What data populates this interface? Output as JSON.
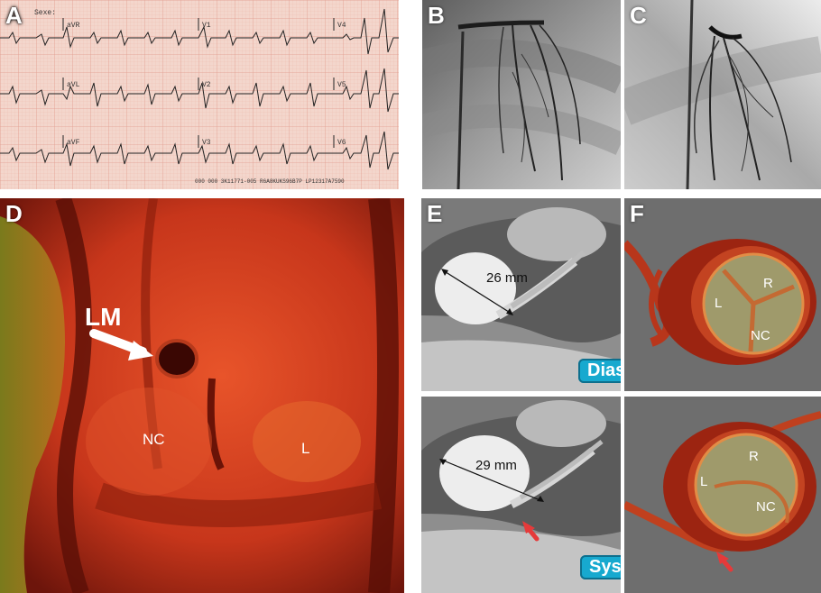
{
  "panels": {
    "a": {
      "letter": "A",
      "header": "Sexe:",
      "leads": [
        "aVR",
        "V1",
        "V4",
        "aVL",
        "V2",
        "V5",
        "aVF",
        "V3",
        "V6"
      ],
      "footer_code": "000 000 3K11771-005 R6A8KUKS96B7P LP12317A7590"
    },
    "b": {
      "letter": "B"
    },
    "c": {
      "letter": "C"
    },
    "d": {
      "letter": "D",
      "labels": {
        "lm": "LM",
        "nc": "NC",
        "l": "L"
      }
    },
    "e_top": {
      "letter": "E",
      "measure": "26 mm",
      "phase": "Diastole"
    },
    "f_top": {
      "letter": "F",
      "labels": {
        "r": "R",
        "l": "L",
        "nc": "NC"
      }
    },
    "e_bottom": {
      "measure": "29 mm",
      "phase": "Systole"
    },
    "f_bottom": {
      "labels": {
        "r": "R",
        "l": "L",
        "nc": "NC"
      }
    }
  },
  "colors": {
    "ecg_paper": "#f3d6cc",
    "ecg_grid": "#e9a99a",
    "render_red": "#c7361b",
    "ct_gray": "#6c6c6c",
    "badge_blue": "#17a9cf",
    "arrow_red": "#e53a3a",
    "arrow_white": "#ffffff"
  }
}
